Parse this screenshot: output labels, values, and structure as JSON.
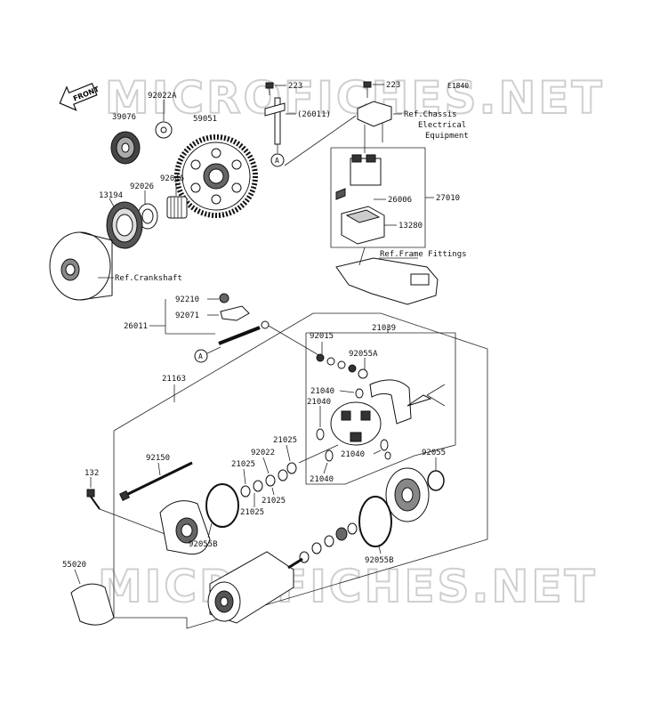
{
  "diagram": {
    "code": "E1840",
    "watermark": "MICROFICHES.NET",
    "front_badge": "FRONT",
    "callout_letter": "A",
    "labels": {
      "p223a": "223",
      "p223b": "223",
      "p26011a": "(26011)",
      "p92022A": "92022A",
      "p39076": "39076",
      "p59051": "59051",
      "p92046": "92046",
      "p92026": "92026",
      "p13194": "13194",
      "ref_crank": "Ref.Crankshaft",
      "ref_chassis_1": "Ref.Chassis",
      "ref_chassis_2": "Electrical",
      "ref_chassis_3": "Equipment",
      "p26006": "26006",
      "p27010": "27010",
      "p13280": "13280",
      "ref_frame": "Ref.Frame Fittings",
      "p92210": "92210",
      "p92071": "92071",
      "p26011b": "26011",
      "p92015": "92015",
      "p21039": "21039",
      "p92055A": "92055A",
      "p21040a": "21040",
      "p21040b": "21040",
      "p21040c": "21040",
      "p21040d": "21040",
      "p21163": "21163",
      "p21025a": "21025",
      "p21025b": "21025",
      "p21025c": "21025",
      "p21025d": "21025",
      "p92022": "92022",
      "p92150": "92150",
      "p92055": "92055",
      "p132": "132",
      "p92055B_a": "92055B",
      "p92055B_b": "92055B",
      "p55020": "55020"
    }
  }
}
